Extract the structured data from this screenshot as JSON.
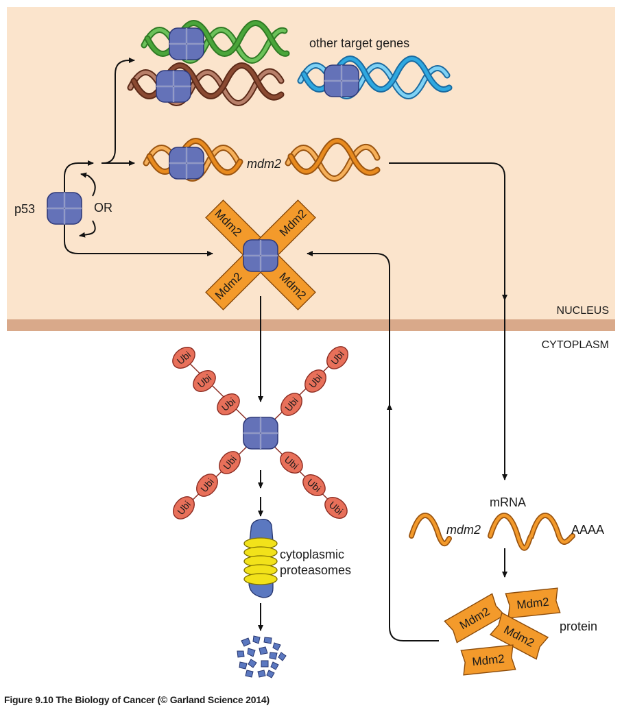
{
  "labels": {
    "p53": "p53",
    "or": "OR",
    "other_target_genes": "other target genes",
    "mdm2_gene": "mdm2",
    "nucleus": "NUCLEUS",
    "cytoplasm": "CYTOPLASM",
    "mrna": "mRNA",
    "mdm2_mrna": "mdm2",
    "polya": "AAAA",
    "proteasomes_line1": "cytoplasmic",
    "proteasomes_line2": "proteasomes",
    "protein": "protein",
    "mdm2_protein": "Mdm2",
    "ubi": "Ubi"
  },
  "caption": "Figure 9.10  The Biology of Cancer (© Garland Science 2014)",
  "colors": {
    "nucleus_bg": "#fbe4cc",
    "membrane": "#d9a98a",
    "p53_fill": "#6472b8",
    "mdm2_fill": "#f39a2b",
    "ubi_fill": "#e8705a",
    "dna_green": "#4aa53a",
    "dna_brown": "#8a4a32",
    "dna_blue": "#2fa8e0",
    "dna_orange": "#e88a1e",
    "proteasome_yellow": "#f2e21a",
    "proteasome_blue": "#5b78c0"
  }
}
